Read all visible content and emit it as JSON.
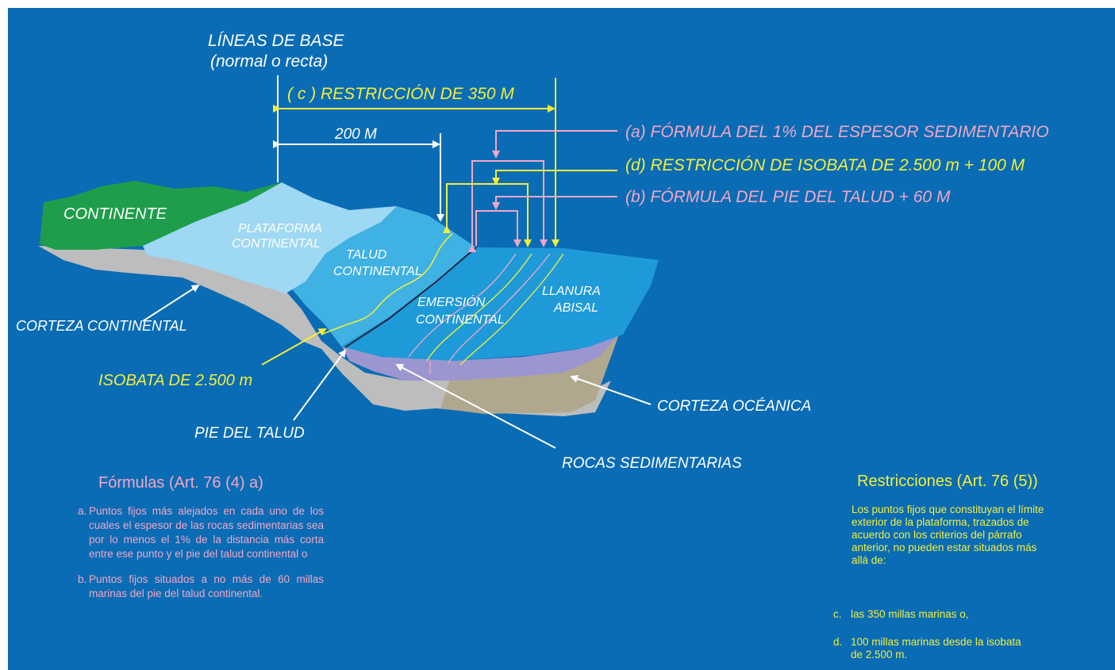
{
  "colors": {
    "background": "#0a6cb4",
    "white": "#ffffff",
    "yellow": "#f3ee3a",
    "pink": "#f2a6c6",
    "continent": "#1e9e4a",
    "shelf": "#9fd8f2",
    "slope": "#3fb1e3",
    "rise": "#1f9ad8",
    "crust": "#bdbdbd",
    "sediment": "#9b96cf",
    "oceanic": "#b0a78f"
  },
  "labels": {
    "baselines_line1": "LÍNEAS DE BASE",
    "baselines_line2": "(normal o recta)",
    "restriction_350": "( c ) RESTRICCIÓN DE 350 M",
    "m200": "200 M",
    "formula_1pct": "(a) FÓRMULA DEL 1% DEL ESPESOR SEDIMENTARIO",
    "restriction_isobath": "(d) RESTRICCIÓN  DE ISOBATA DE 2.500 m + 100 M",
    "formula_foot": "(b) FÓRMULA DEL PIE DEL TALUD + 60 M",
    "continente": "CONTINENTE",
    "plataforma_1": "PLATAFORMA",
    "plataforma_2": "CONTINENTAL",
    "talud_1": "TALUD",
    "talud_2": "CONTINENTAL",
    "emersion_1": "EMERSIÓN",
    "emersion_2": "CONTINENTAL",
    "llanura_1": "LLANURA",
    "llanura_2": "ABISAL",
    "corteza_continental": "CORTEZA CONTINENTAL",
    "isobata": "ISOBATA DE 2.500 m",
    "pie_talud": "PIE DEL TALUD",
    "rocas": "ROCAS SEDIMENTARIAS",
    "corteza_oceanica": "CORTEZA OCÉANICA"
  },
  "formulas": {
    "title": "Fórmulas (Art. 76 (4) a)",
    "items": [
      {
        "mark": "a.",
        "text": "Puntos fijos más alejados en cada uno de los cuales el espesor de las rocas sedimentarias sea por lo menos el 1% de la distancia más corta entre ese punto y el pie del talud continental o"
      },
      {
        "mark": "b.",
        "text": "Puntos fijos situados a no más de 60 millas marinas del pie del talud continental."
      }
    ]
  },
  "restrictions": {
    "title": "Restricciones (Art. 76 (5))",
    "paragraph": "Los puntos fijos que constituyan el límite exterior de la plataforma, trazados de acuerdo con los criterios del párrafo anterior, no pueden estar situados más allá de:",
    "items": [
      {
        "mark": "c.",
        "text": "las 350 millas marinas o,"
      },
      {
        "mark": "d.",
        "text": "100 millas marinas desde la isobata de 2.500 m."
      }
    ]
  }
}
